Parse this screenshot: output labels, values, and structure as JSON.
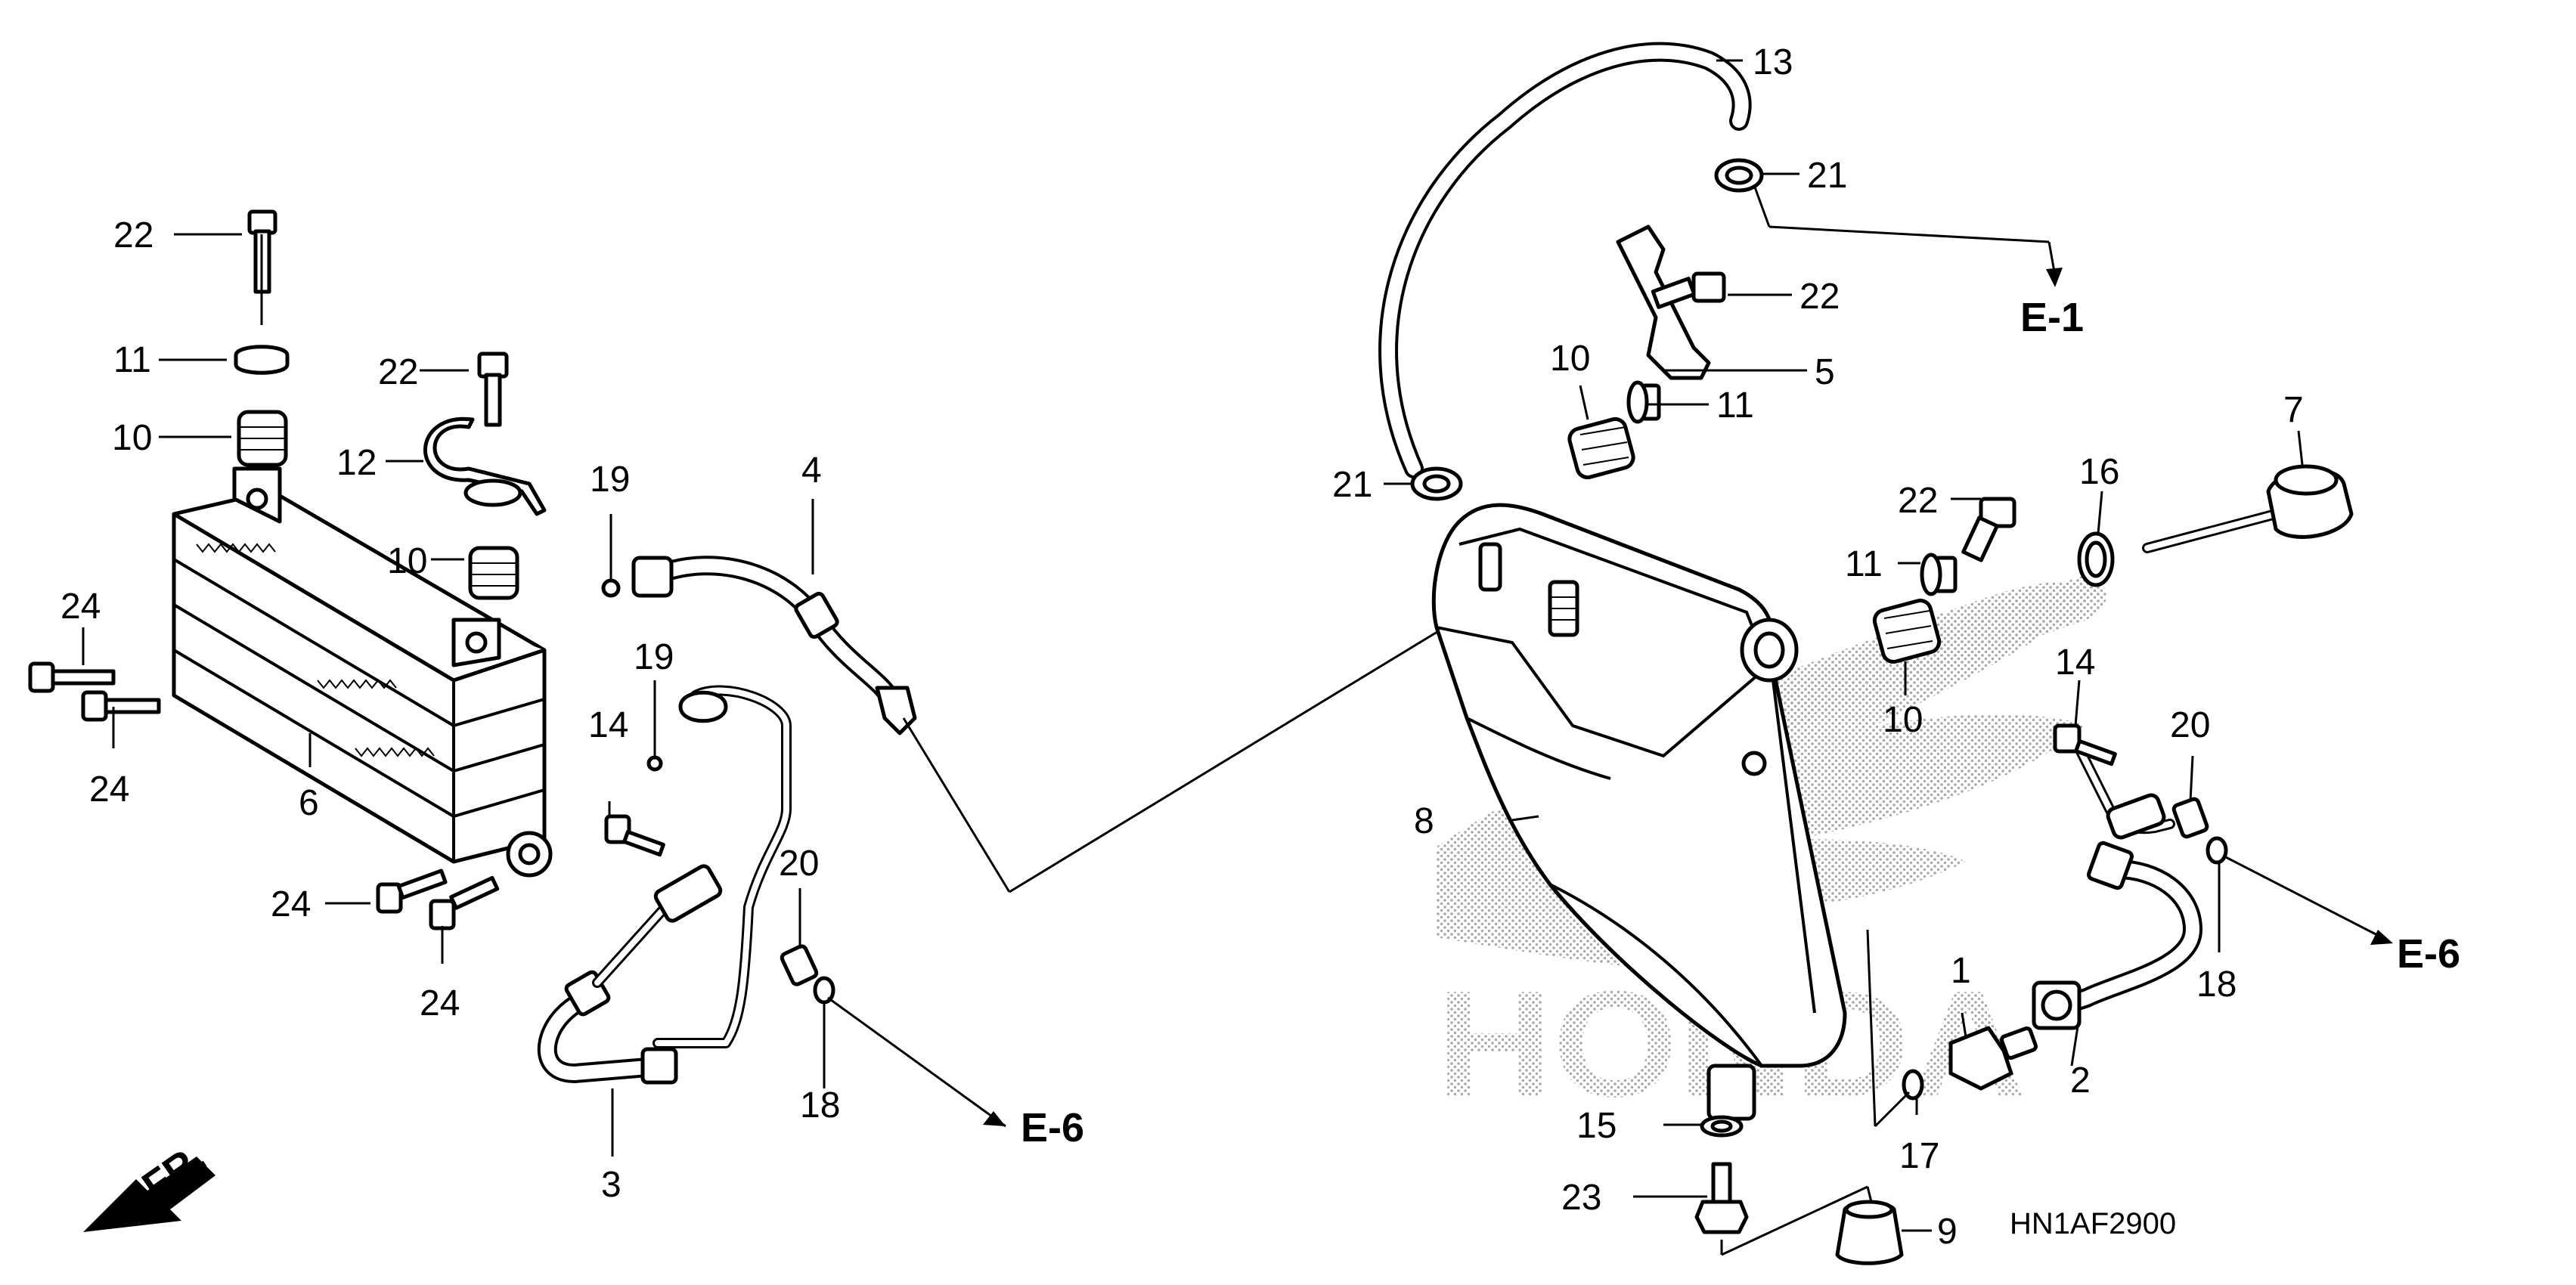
{
  "diagram_code": "HN1AF2900",
  "watermark": "HONDA",
  "front_marker": "FR.",
  "references": {
    "e1": "E-1",
    "e6_left": "E-6",
    "e6_right": "E-6"
  },
  "callouts": {
    "c22a": "22",
    "c11a": "11",
    "c10a": "10",
    "c24a": "24",
    "c24b": "24",
    "c6": "6",
    "c22b": "22",
    "c12": "12",
    "c10b": "10",
    "c24c": "24",
    "c24d": "24",
    "c19a": "19",
    "c4": "4",
    "c19b": "19",
    "c14a": "14",
    "c20a": "20",
    "c18a": "18",
    "c3": "3",
    "c13": "13",
    "c21a": "21",
    "c22c": "22",
    "c5": "5",
    "c10c": "10",
    "c11b": "11",
    "c21b": "21",
    "c22d": "22",
    "c11c": "11",
    "c16": "16",
    "c7": "7",
    "c10d": "10",
    "c14b": "14",
    "c20b": "20",
    "c18b": "18",
    "c8": "8",
    "c1": "1",
    "c2": "2",
    "c15": "15",
    "c17": "17",
    "c23": "23",
    "c9": "9"
  }
}
